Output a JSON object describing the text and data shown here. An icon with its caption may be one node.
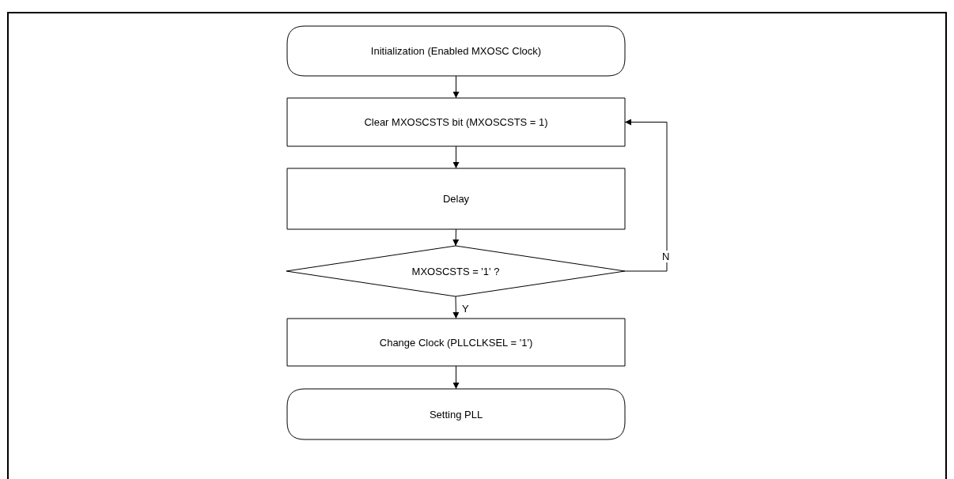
{
  "diagram": {
    "nodes": [
      {
        "text": [
          "Initialization (Enabled MXOSC Clock)"
        ]
      },
      {
        "text": [
          "Clear MXOSCSTS bit (MXOSCSTS = 1)"
        ]
      },
      {
        "text": [
          "Delay"
        ]
      },
      {
        "text": [
          "MXOSCSTS = '1' ?"
        ]
      },
      {
        "text": [
          "Change Clock (PLLCLKSEL = '1')"
        ]
      },
      {
        "text": [
          "Setting PLL"
        ]
      }
    ],
    "edges": [
      {
        "from": 0,
        "to": 1,
        "arrow": "to"
      },
      {
        "from": 1,
        "to": 2,
        "arrow": "to"
      },
      {
        "from": 2,
        "to": 3,
        "arrow": "to"
      },
      {
        "from": 3,
        "to": 1,
        "arrow": "to",
        "label": "N"
      },
      {
        "from": 3,
        "to": 4,
        "arrow": "to",
        "label": "Y"
      },
      {
        "from": 4,
        "to": 5,
        "arrow": "to"
      }
    ]
  }
}
